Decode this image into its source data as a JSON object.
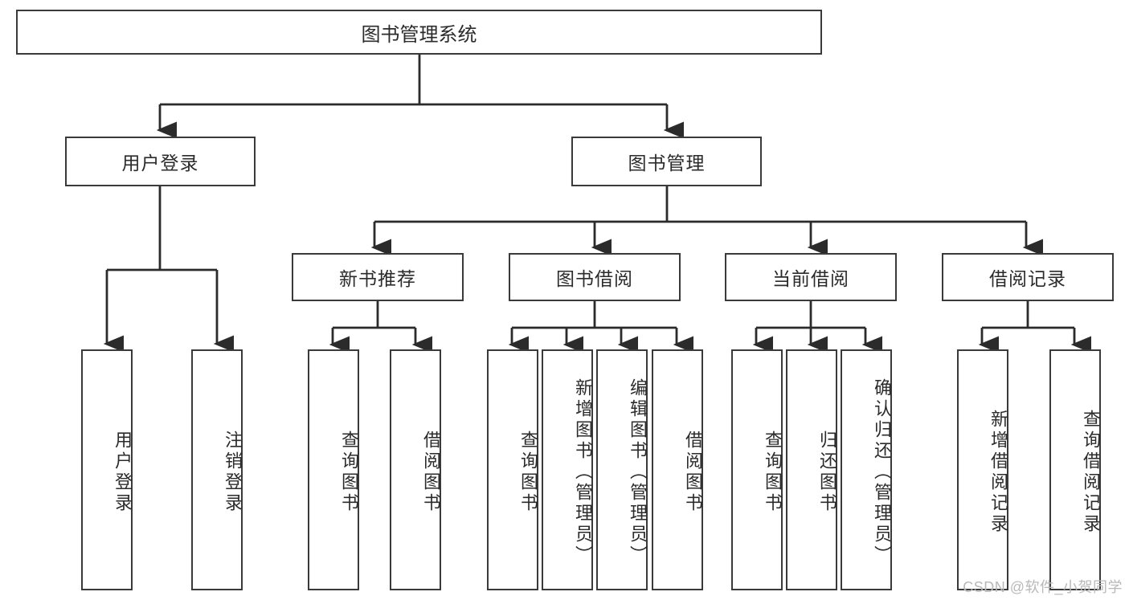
{
  "diagram": {
    "type": "tree",
    "title": "图书管理系统",
    "watermark": "CSDN @软件_小贺同学",
    "style": {
      "box_fill": "#ffffff",
      "box_stroke": "#3a3a3a",
      "line_color": "#2b2b2b",
      "text_color": "#2b2b2b",
      "watermark_color": "#b9b9b9",
      "background": "#ffffff"
    },
    "levels": {
      "root": {
        "label": "图书管理系统"
      },
      "level2": [
        {
          "id": "user-login",
          "label": "用户登录"
        },
        {
          "id": "book-manage",
          "label": "图书管理"
        }
      ],
      "level3": [
        {
          "id": "new-book-recommend",
          "label": "新书推荐",
          "parent": "book-manage"
        },
        {
          "id": "book-borrow",
          "label": "图书借阅",
          "parent": "book-manage"
        },
        {
          "id": "current-borrow",
          "label": "当前借阅",
          "parent": "book-manage"
        },
        {
          "id": "borrow-record",
          "label": "借阅记录",
          "parent": "book-manage"
        }
      ],
      "leaves": [
        {
          "id": "leaf-user-login",
          "label": "用户登录",
          "parent": "user-login"
        },
        {
          "id": "leaf-user-logout",
          "label": "注销登录",
          "parent": "user-login"
        },
        {
          "id": "leaf-query-book-1",
          "label": "查询图书",
          "parent": "new-book-recommend"
        },
        {
          "id": "leaf-borrow-book-1",
          "label": "借阅图书",
          "parent": "new-book-recommend"
        },
        {
          "id": "leaf-query-book-2",
          "label": "查询图书",
          "parent": "book-borrow"
        },
        {
          "id": "leaf-add-book",
          "label": "新增图书（管理员）",
          "parent": "book-borrow"
        },
        {
          "id": "leaf-edit-book",
          "label": "编辑图书（管理员）",
          "parent": "book-borrow"
        },
        {
          "id": "leaf-borrow-book-2",
          "label": "借阅图书",
          "parent": "book-borrow"
        },
        {
          "id": "leaf-query-book-3",
          "label": "查询图书",
          "parent": "current-borrow"
        },
        {
          "id": "leaf-return-book",
          "label": "归还图书",
          "parent": "current-borrow"
        },
        {
          "id": "leaf-confirm-return",
          "label": "确认归还（管理员）",
          "parent": "current-borrow"
        },
        {
          "id": "leaf-add-record",
          "label": "新增借阅记录",
          "parent": "borrow-record"
        },
        {
          "id": "leaf-query-record",
          "label": "查询借阅记录",
          "parent": "borrow-record"
        }
      ]
    }
  }
}
